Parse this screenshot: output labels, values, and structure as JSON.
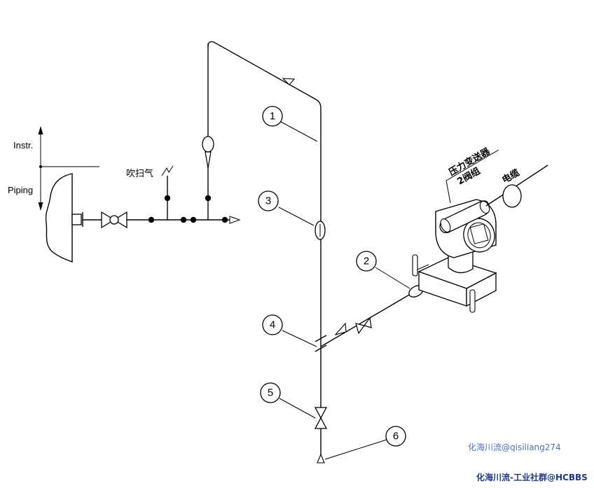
{
  "labels": {
    "instr": "Instr.",
    "piping": "Piping",
    "purge_air": "吹扫气",
    "pressure_transmitter": "压力变送器",
    "valve_manifold": "2阀组",
    "cable": "电缆"
  },
  "callouts": [
    "1",
    "2",
    "3",
    "4",
    "5",
    "6"
  ],
  "watermarks": {
    "line1": "化海川流@qisiliang274",
    "line2": "化海川流-工业社群@HCBBS"
  }
}
